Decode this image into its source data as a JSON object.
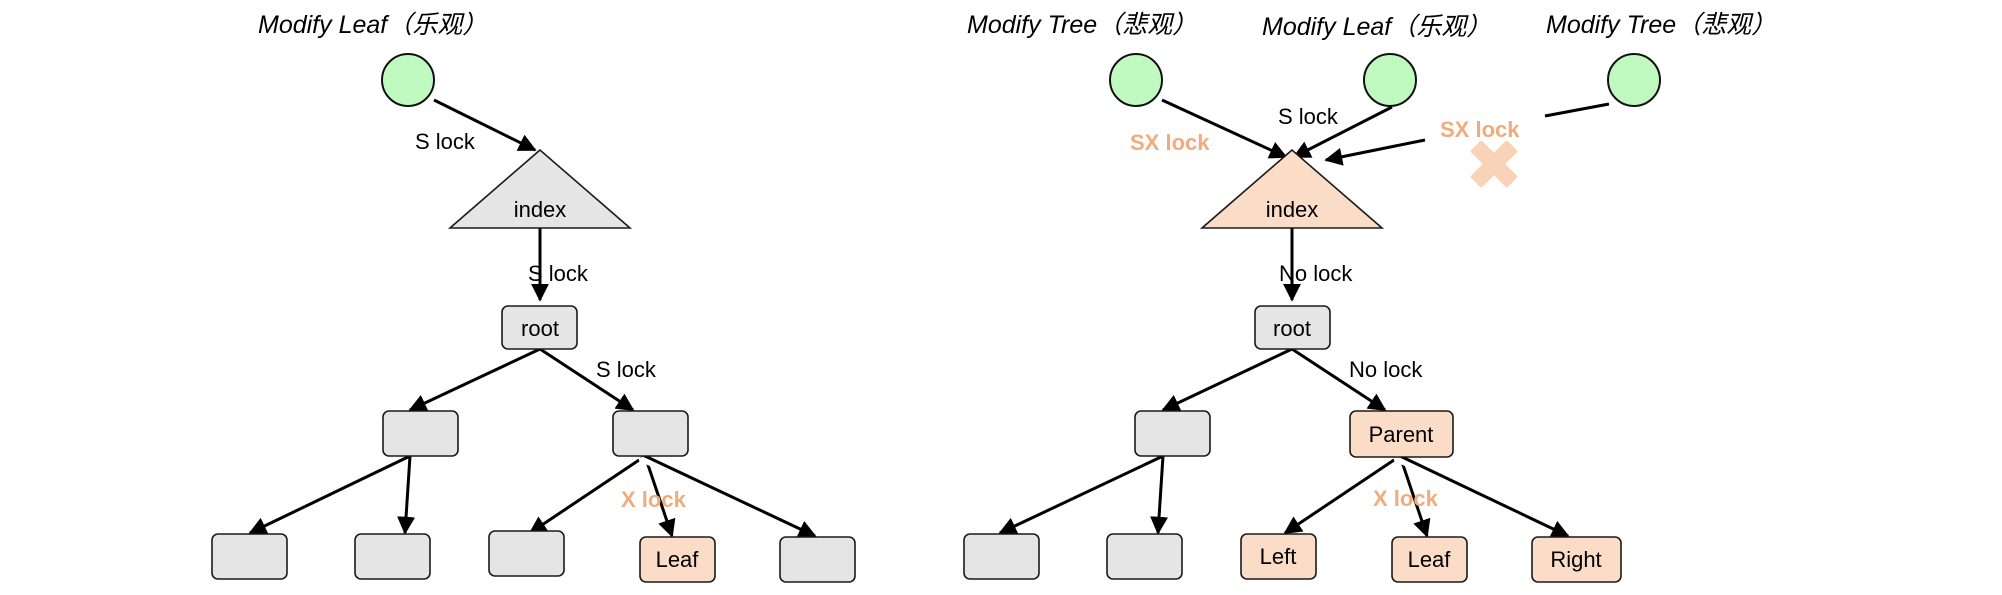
{
  "colors": {
    "thread_circle": "#bff9bf",
    "node_gray": "#e5e5e5",
    "node_highlight": "#fbdcc7",
    "lock_highlight_text": "#f0ac7c",
    "blocked_cross": "#f9d3b8"
  },
  "left": {
    "title": "Modify Leaf（乐观）",
    "index_label": "index",
    "root_label": "root",
    "leaf_label": "Leaf",
    "edge_labels": {
      "thread_to_index": "S lock",
      "index_to_root": "S lock",
      "root_to_child": "S lock",
      "child_to_leaf": "X lock"
    }
  },
  "right": {
    "titles": {
      "pessimistic_a": "Modify Tree（悲观）",
      "optimistic": "Modify Leaf（乐观）",
      "pessimistic_b": "Modify Tree（悲观）"
    },
    "index_label": "index",
    "root_label": "root",
    "parent_label": "Parent",
    "left_label": "Left",
    "leaf_label": "Leaf",
    "right_label": "Right",
    "edge_labels": {
      "pessimistic_a_to_index": "SX lock",
      "optimistic_to_index": "S lock",
      "pessimistic_b_to_index": "SX lock",
      "index_to_root": "No lock",
      "root_to_parent": "No lock",
      "parent_to_children": "X lock"
    },
    "blocked_icon": "cross-icon"
  }
}
